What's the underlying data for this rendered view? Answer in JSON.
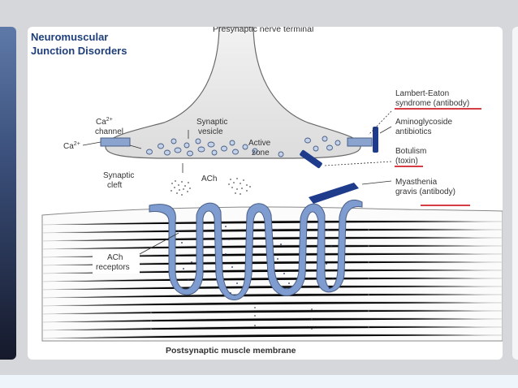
{
  "diagram": {
    "title_line1": "Neuromuscular",
    "title_line2": "Junction Disorders",
    "top_label": "Presynaptic nerve terminal",
    "bottom_label": "Postsynaptic muscle membrane",
    "labels": {
      "ca_channel_line1": "Ca",
      "ca_channel_sup": "2+",
      "ca_channel_line2": "channel",
      "ca_ion": "Ca",
      "ca_ion_sup": "2+",
      "synaptic_vesicle_1": "Synaptic",
      "synaptic_vesicle_2": "vesicle",
      "active_zone_1": "Active",
      "active_zone_2": "zone",
      "synaptic_cleft_1": "Synaptic",
      "synaptic_cleft_2": "cleft",
      "ach": "ACh",
      "ach_receptors_1": "ACh",
      "ach_receptors_2": "receptors"
    },
    "disorders": {
      "lambert_eaton_1": "Lambert-Eaton",
      "lambert_eaton_2": "syndrome (antibody)",
      "aminoglycoside_1": "Aminoglycoside",
      "aminoglycoside_2": "antibiotics",
      "botulism_1": "Botulism",
      "botulism_2": "(toxin)",
      "myasthenia_1": "Myasthenia",
      "myasthenia_2": "gravis (antibody)"
    },
    "colors": {
      "title": "#1f3f7a",
      "receptor_fill": "#7e9ccf",
      "blocker_fill": "#1f3c8c",
      "underline": "#d0202a",
      "ink": "#333333"
    }
  }
}
